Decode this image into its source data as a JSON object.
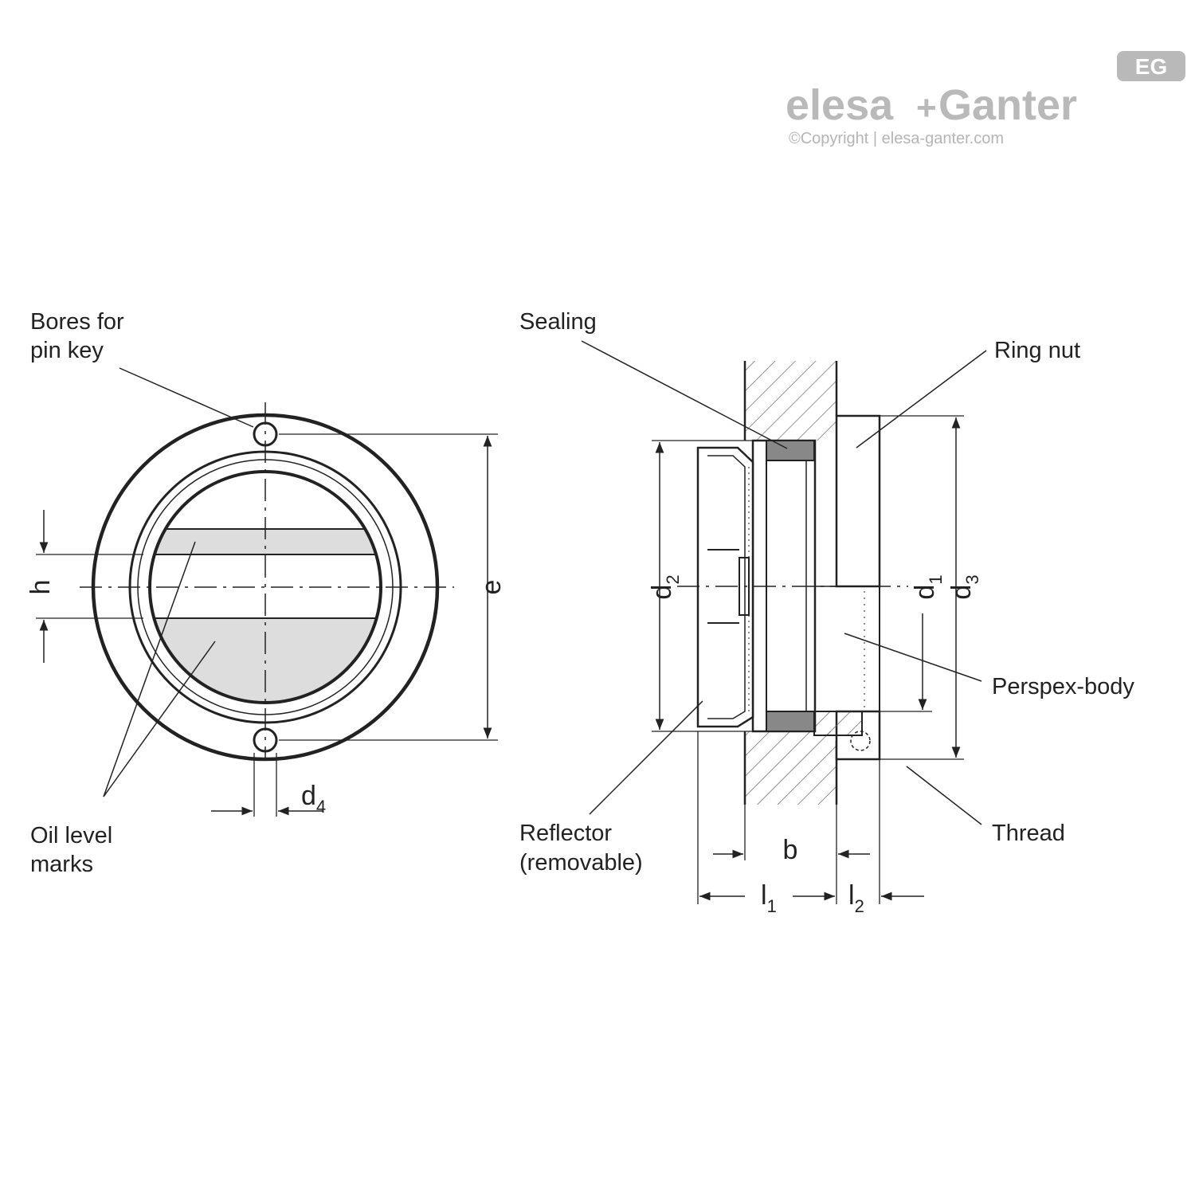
{
  "logo": {
    "badge": "EG",
    "brand_left": "elesa",
    "plus": "+",
    "brand_right": "Ganter",
    "copyright": "©Copyright | elesa-ganter.com"
  },
  "front_view": {
    "labels": {
      "bores_line1": "Bores for",
      "bores_line2": "pin key",
      "oil_line1": "Oil level",
      "oil_line2": "marks"
    },
    "dims": {
      "h": "h",
      "e": "e",
      "d4_main": "d",
      "d4_sub": "4"
    }
  },
  "section_view": {
    "labels": {
      "sealing": "Sealing",
      "ring_nut": "Ring nut",
      "perspex": "Perspex-body",
      "thread": "Thread",
      "reflector_line1": "Reflector",
      "reflector_line2": "(removable)"
    },
    "dims": {
      "d2_main": "d",
      "d2_sub": "2",
      "d1_main": "d",
      "d1_sub": "1",
      "d3_main": "d",
      "d3_sub": "3",
      "b": "b",
      "l1_main": "l",
      "l1_sub": "1",
      "l2_main": "l",
      "l2_sub": "2"
    }
  },
  "colors": {
    "line": "#222222",
    "fill_gray": "#dddddd",
    "seal_gray": "#888888",
    "logo_gray": "#b9b9b9"
  }
}
